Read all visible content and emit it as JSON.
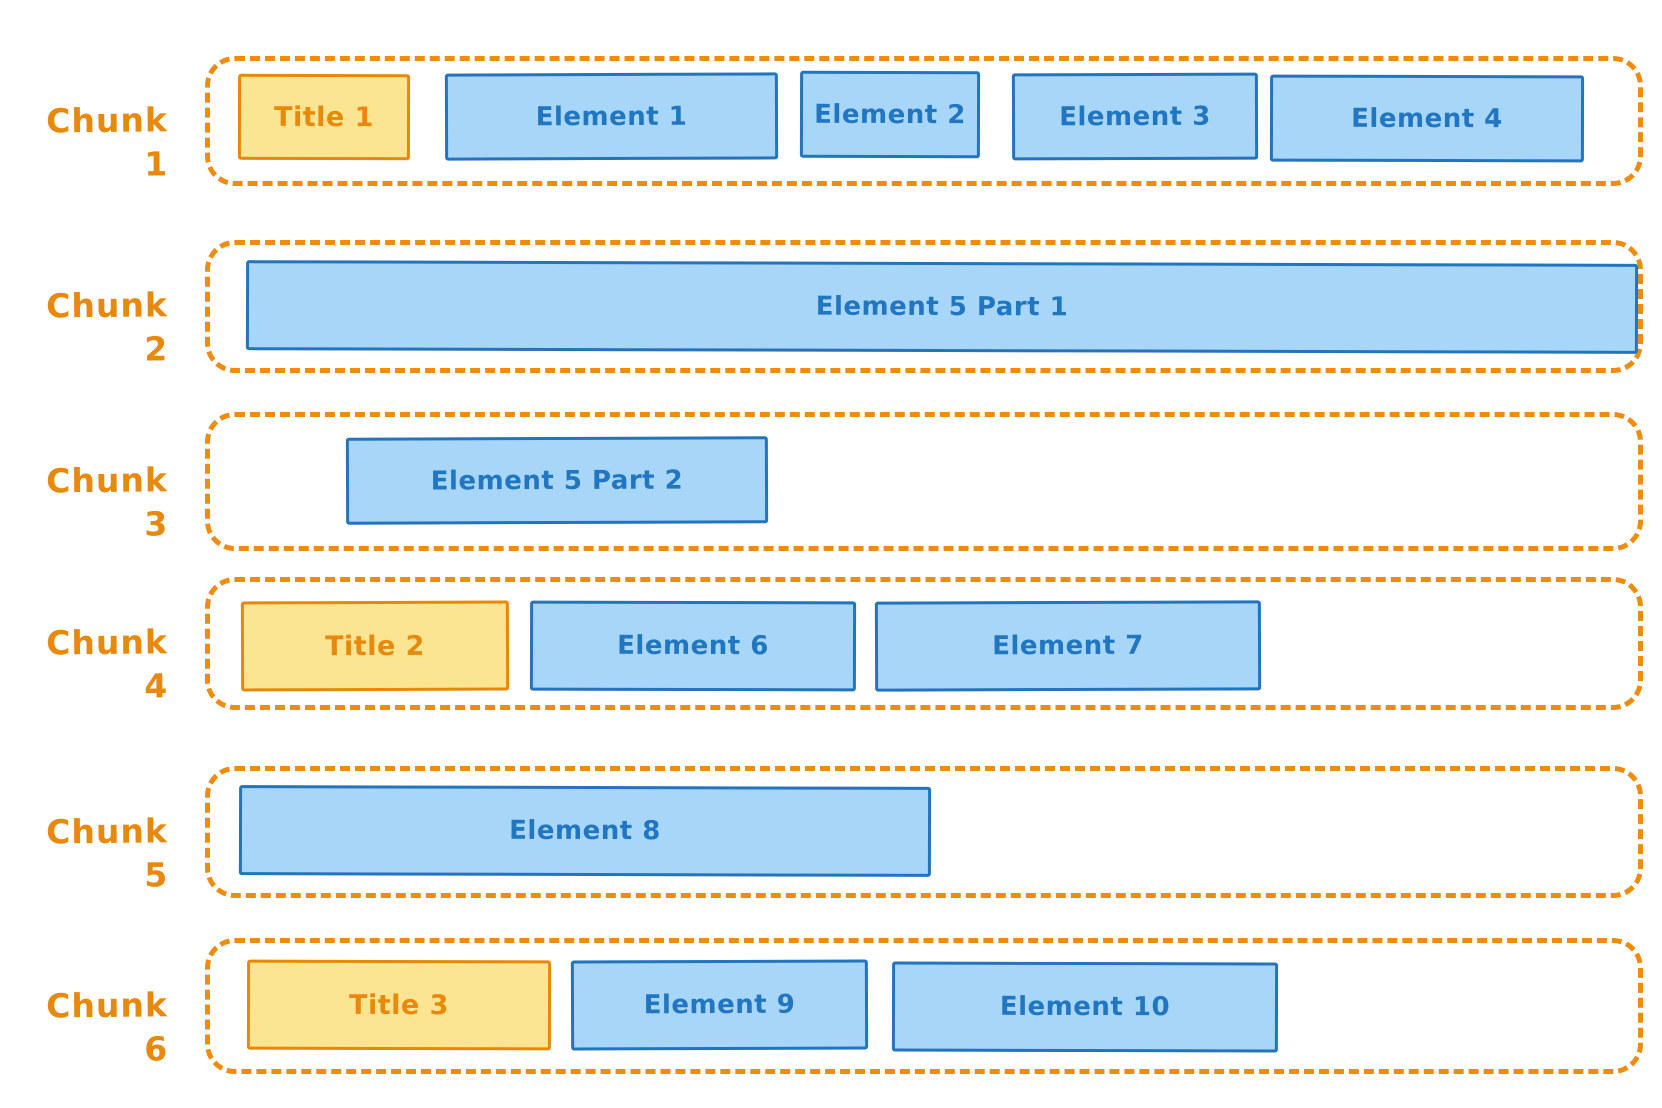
{
  "diagram": {
    "description": "Document chunking diagram with titled chunks containing elements",
    "colors": {
      "chunk_border_orange": "#ef8c0d",
      "chunk_label_orange": "#e8890b",
      "title_fill_yellow": "#fbe492",
      "title_border_orange": "#e8880a",
      "element_fill_blue": "#a8d6f8",
      "element_border_blue": "#2373bd",
      "element_text_blue": "#2176c2"
    },
    "chunks": [
      {
        "label": "Chunk 1",
        "boxes": [
          {
            "type": "title",
            "label": "Title 1"
          },
          {
            "type": "element",
            "label": "Element 1"
          },
          {
            "type": "element",
            "label": "Element 2"
          },
          {
            "type": "element",
            "label": "Element 3"
          },
          {
            "type": "element",
            "label": "Element 4"
          }
        ]
      },
      {
        "label": "Chunk 2",
        "boxes": [
          {
            "type": "element",
            "label": "Element 5 Part 1"
          }
        ]
      },
      {
        "label": "Chunk 3",
        "boxes": [
          {
            "type": "element",
            "label": "Element 5 Part 2"
          }
        ]
      },
      {
        "label": "Chunk 4",
        "boxes": [
          {
            "type": "title",
            "label": "Title 2"
          },
          {
            "type": "element",
            "label": "Element 6"
          },
          {
            "type": "element",
            "label": "Element 7"
          }
        ]
      },
      {
        "label": "Chunk 5",
        "boxes": [
          {
            "type": "element",
            "label": "Element 8"
          }
        ]
      },
      {
        "label": "Chunk 6",
        "boxes": [
          {
            "type": "title",
            "label": "Title 3"
          },
          {
            "type": "element",
            "label": "Element 9"
          },
          {
            "type": "element",
            "label": "Element 10"
          }
        ]
      }
    ]
  }
}
